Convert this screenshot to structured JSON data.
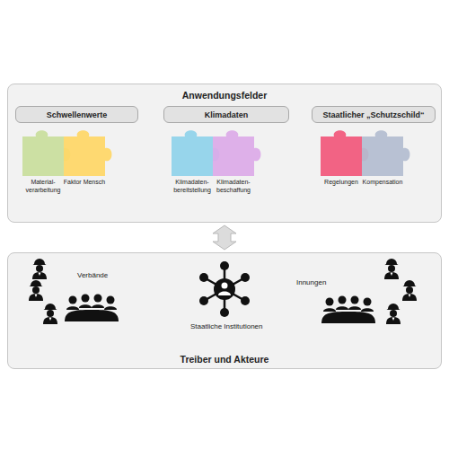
{
  "diagram": {
    "nodes": [
      {
        "text": [
          "Anwendungsfelder"
        ]
      },
      {
        "text": [
          "Schwellenwerte"
        ],
        "in": 0
      },
      {
        "text": [
          "Klimadaten"
        ],
        "in": 0
      },
      {
        "text": [
          "Staatlicher „Schutzschild“"
        ],
        "in": 0
      },
      {
        "text": [
          "Material- verarbeitung"
        ],
        "in": 0
      },
      {
        "text": [
          "Faktor Mensch"
        ],
        "in": 0
      },
      {
        "text": [
          "Klimadaten- bereitstellung"
        ],
        "in": 0
      },
      {
        "text": [
          "Klimadaten- beschaffung"
        ],
        "in": 0
      },
      {
        "text": [
          "Regelungen"
        ],
        "in": 0
      },
      {
        "text": [
          "Kompensation"
        ],
        "in": 0
      },
      {
        "text": [
          "Treiber und Akteure"
        ]
      }
    ],
    "edges": [
      {
        "from": 0,
        "to": 10,
        "arrow": "both"
      }
    ],
    "labels": [
      "Verbände",
      "Staatliche Institutionen",
      "Innungen"
    ]
  }
}
